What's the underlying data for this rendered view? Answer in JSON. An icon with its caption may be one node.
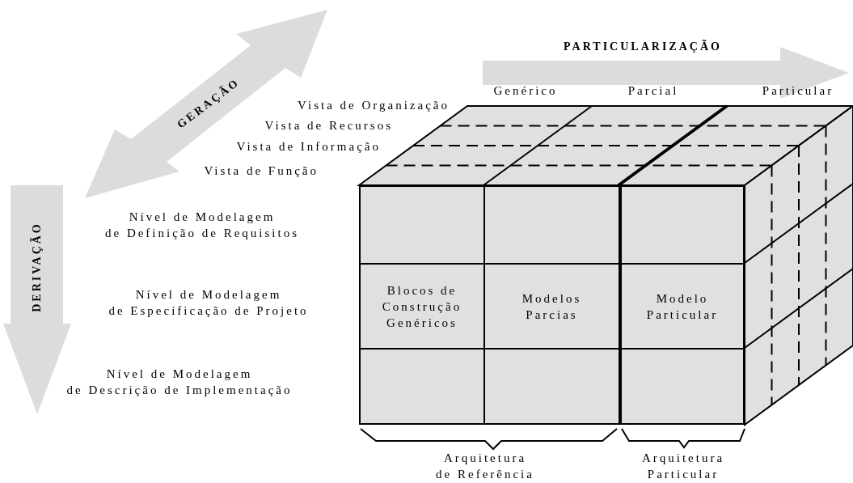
{
  "diagram": {
    "nodes": [
      {
        "text": [],
        "shape": "box"
      },
      {
        "text": [],
        "shape": "box"
      },
      {
        "text": [],
        "shape": "box"
      },
      {
        "text": [
          "Blocos de Construção Genéricos"
        ]
      },
      {
        "text": [
          "Modelos Parcias"
        ]
      },
      {
        "text": [
          "Modelo Particular"
        ]
      },
      {
        "text": [],
        "shape": "box"
      },
      {
        "text": [],
        "shape": "box"
      },
      {
        "text": [],
        "shape": "box"
      }
    ],
    "edges": [],
    "labels": [
      "PARTICULARIZAÇÃO",
      "GERAÇÃO",
      "Genérico",
      "Parcial",
      "Particular",
      "Vista de Organização",
      "Vista de Recursos",
      "Vista de Informação",
      "Vista de Função",
      "DERIVAÇÃO",
      "Nível de Modelagem de Definição de Requisitos",
      "Nível de Modelagem de Especificação de Projeto",
      "Nível de Modelagem de Descrição de Implementação",
      "Arquitetura de Referência",
      "Arquitetura Particular"
    ]
  }
}
